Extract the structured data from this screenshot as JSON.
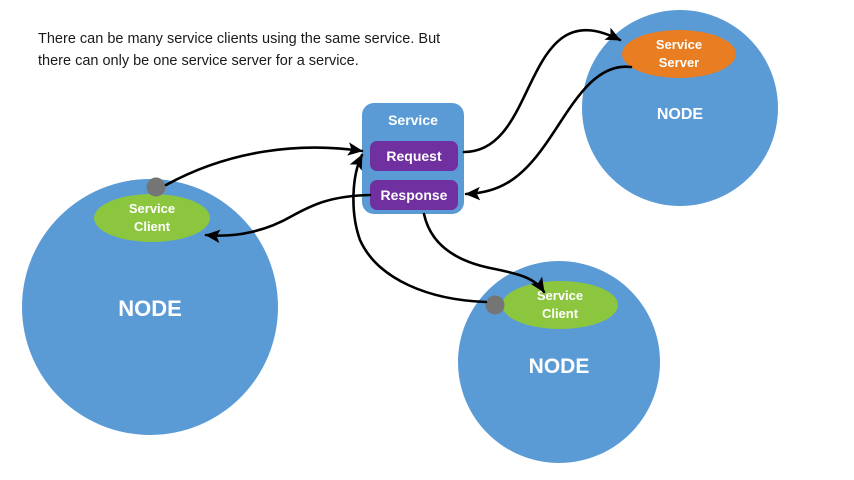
{
  "caption": {
    "line1": "There can be many service clients using the same service. But",
    "line2": "there can only be one service server for a service.",
    "full": "There can be many service clients using the same service. But\nthere can only be one service server for a service."
  },
  "colors": {
    "node_blue": "#5B9BD5",
    "service_box_blue": "#5B9BD5",
    "request_purple": "#7030A0",
    "response_purple": "#7030A0",
    "server_orange": "#E87D22",
    "client_green": "#8CC63F",
    "port_gray": "#757575",
    "arrow_black": "#000000",
    "text_white": "#FFFFFF",
    "text_body": "#1A1A1A",
    "background": "#FFFFFF"
  },
  "service": {
    "title": "Service",
    "request_label": "Request",
    "response_label": "Response"
  },
  "nodes": [
    {
      "id": "node-left",
      "label": "NODE",
      "role_line1": "Service",
      "role_line2": "Client",
      "role": "Service Client",
      "role_color": "#8CC63F",
      "has_port": true
    },
    {
      "id": "node-top-right",
      "label": "NODE",
      "role_line1": "Service",
      "role_line2": "Server",
      "role": "Service Server",
      "role_color": "#E87D22",
      "has_port": false
    },
    {
      "id": "node-bottom",
      "label": "NODE",
      "role_line1": "Service",
      "role_line2": "Client",
      "role": "Service Client",
      "role_color": "#8CC63F",
      "has_port": true
    }
  ],
  "connections": [
    {
      "id": "left-client-to-request",
      "from": "node-left Service Client port",
      "to": "Service Request",
      "direction": "to-service"
    },
    {
      "id": "response-to-left-client",
      "from": "Service Response",
      "to": "node-left Service Client",
      "direction": "from-service"
    },
    {
      "id": "request-to-server",
      "from": "Service Request",
      "to": "Service Server",
      "direction": "to-server"
    },
    {
      "id": "server-to-response",
      "from": "Service Server",
      "to": "Service Response",
      "direction": "from-server"
    },
    {
      "id": "bottom-client-to-request",
      "from": "node-bottom Service Client port",
      "to": "Service Request",
      "direction": "to-service"
    },
    {
      "id": "response-to-bottom-client",
      "from": "Service Response",
      "to": "node-bottom Service Client",
      "direction": "from-service"
    }
  ]
}
